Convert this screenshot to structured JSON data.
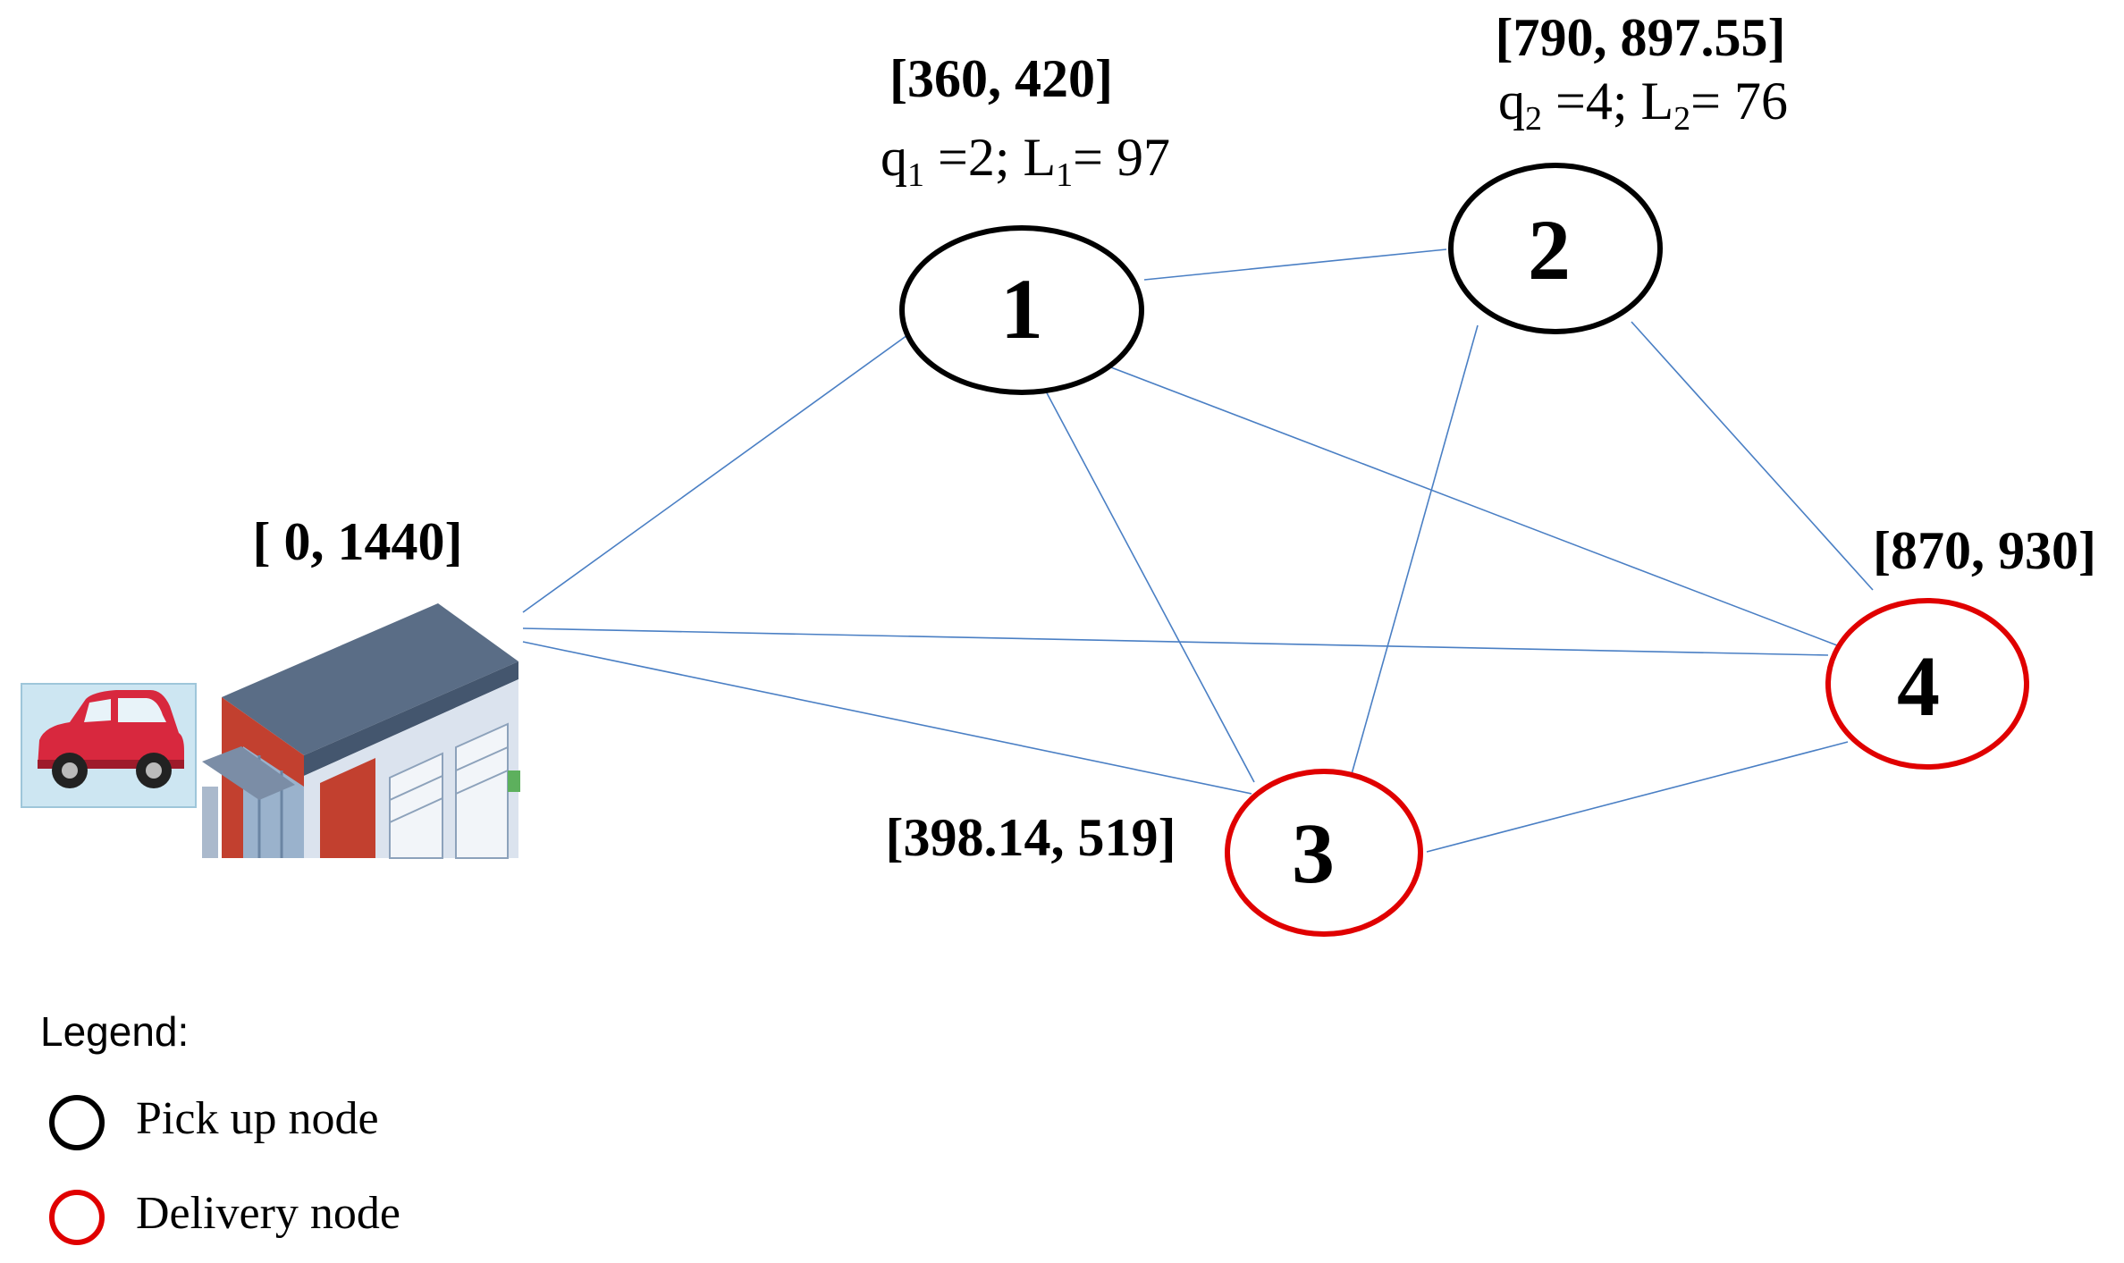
{
  "depot": {
    "time_window": "[ 0, 1440]"
  },
  "nodes": [
    {
      "id": "1",
      "type": "pickup",
      "time_window": "[360,  420]",
      "q_sub": "1",
      "q_val": "2",
      "l_sub": "1",
      "l_val": "97"
    },
    {
      "id": "2",
      "type": "pickup",
      "time_window": "[790,  897.55]",
      "q_sub": "2",
      "q_val": "4",
      "l_sub": "2",
      "l_val": "76"
    },
    {
      "id": "3",
      "type": "delivery",
      "time_window": "[398.14,  519]"
    },
    {
      "id": "4",
      "type": "delivery",
      "time_window": "[870,  930]"
    }
  ],
  "edges": [
    [
      "depot",
      "1"
    ],
    [
      "depot",
      "3"
    ],
    [
      "depot",
      "4"
    ],
    [
      "1",
      "2"
    ],
    [
      "1",
      "3"
    ],
    [
      "1",
      "4"
    ],
    [
      "2",
      "3"
    ],
    [
      "2",
      "4"
    ],
    [
      "3",
      "4"
    ]
  ],
  "legend": {
    "title": "Legend:",
    "pickup_label": "Pick up node",
    "delivery_label": "Delivery node"
  },
  "colors": {
    "pickup": "#000000",
    "delivery": "#e00000",
    "edge": "#4a7fc4"
  },
  "icons": [
    "car-icon",
    "warehouse-icon"
  ]
}
